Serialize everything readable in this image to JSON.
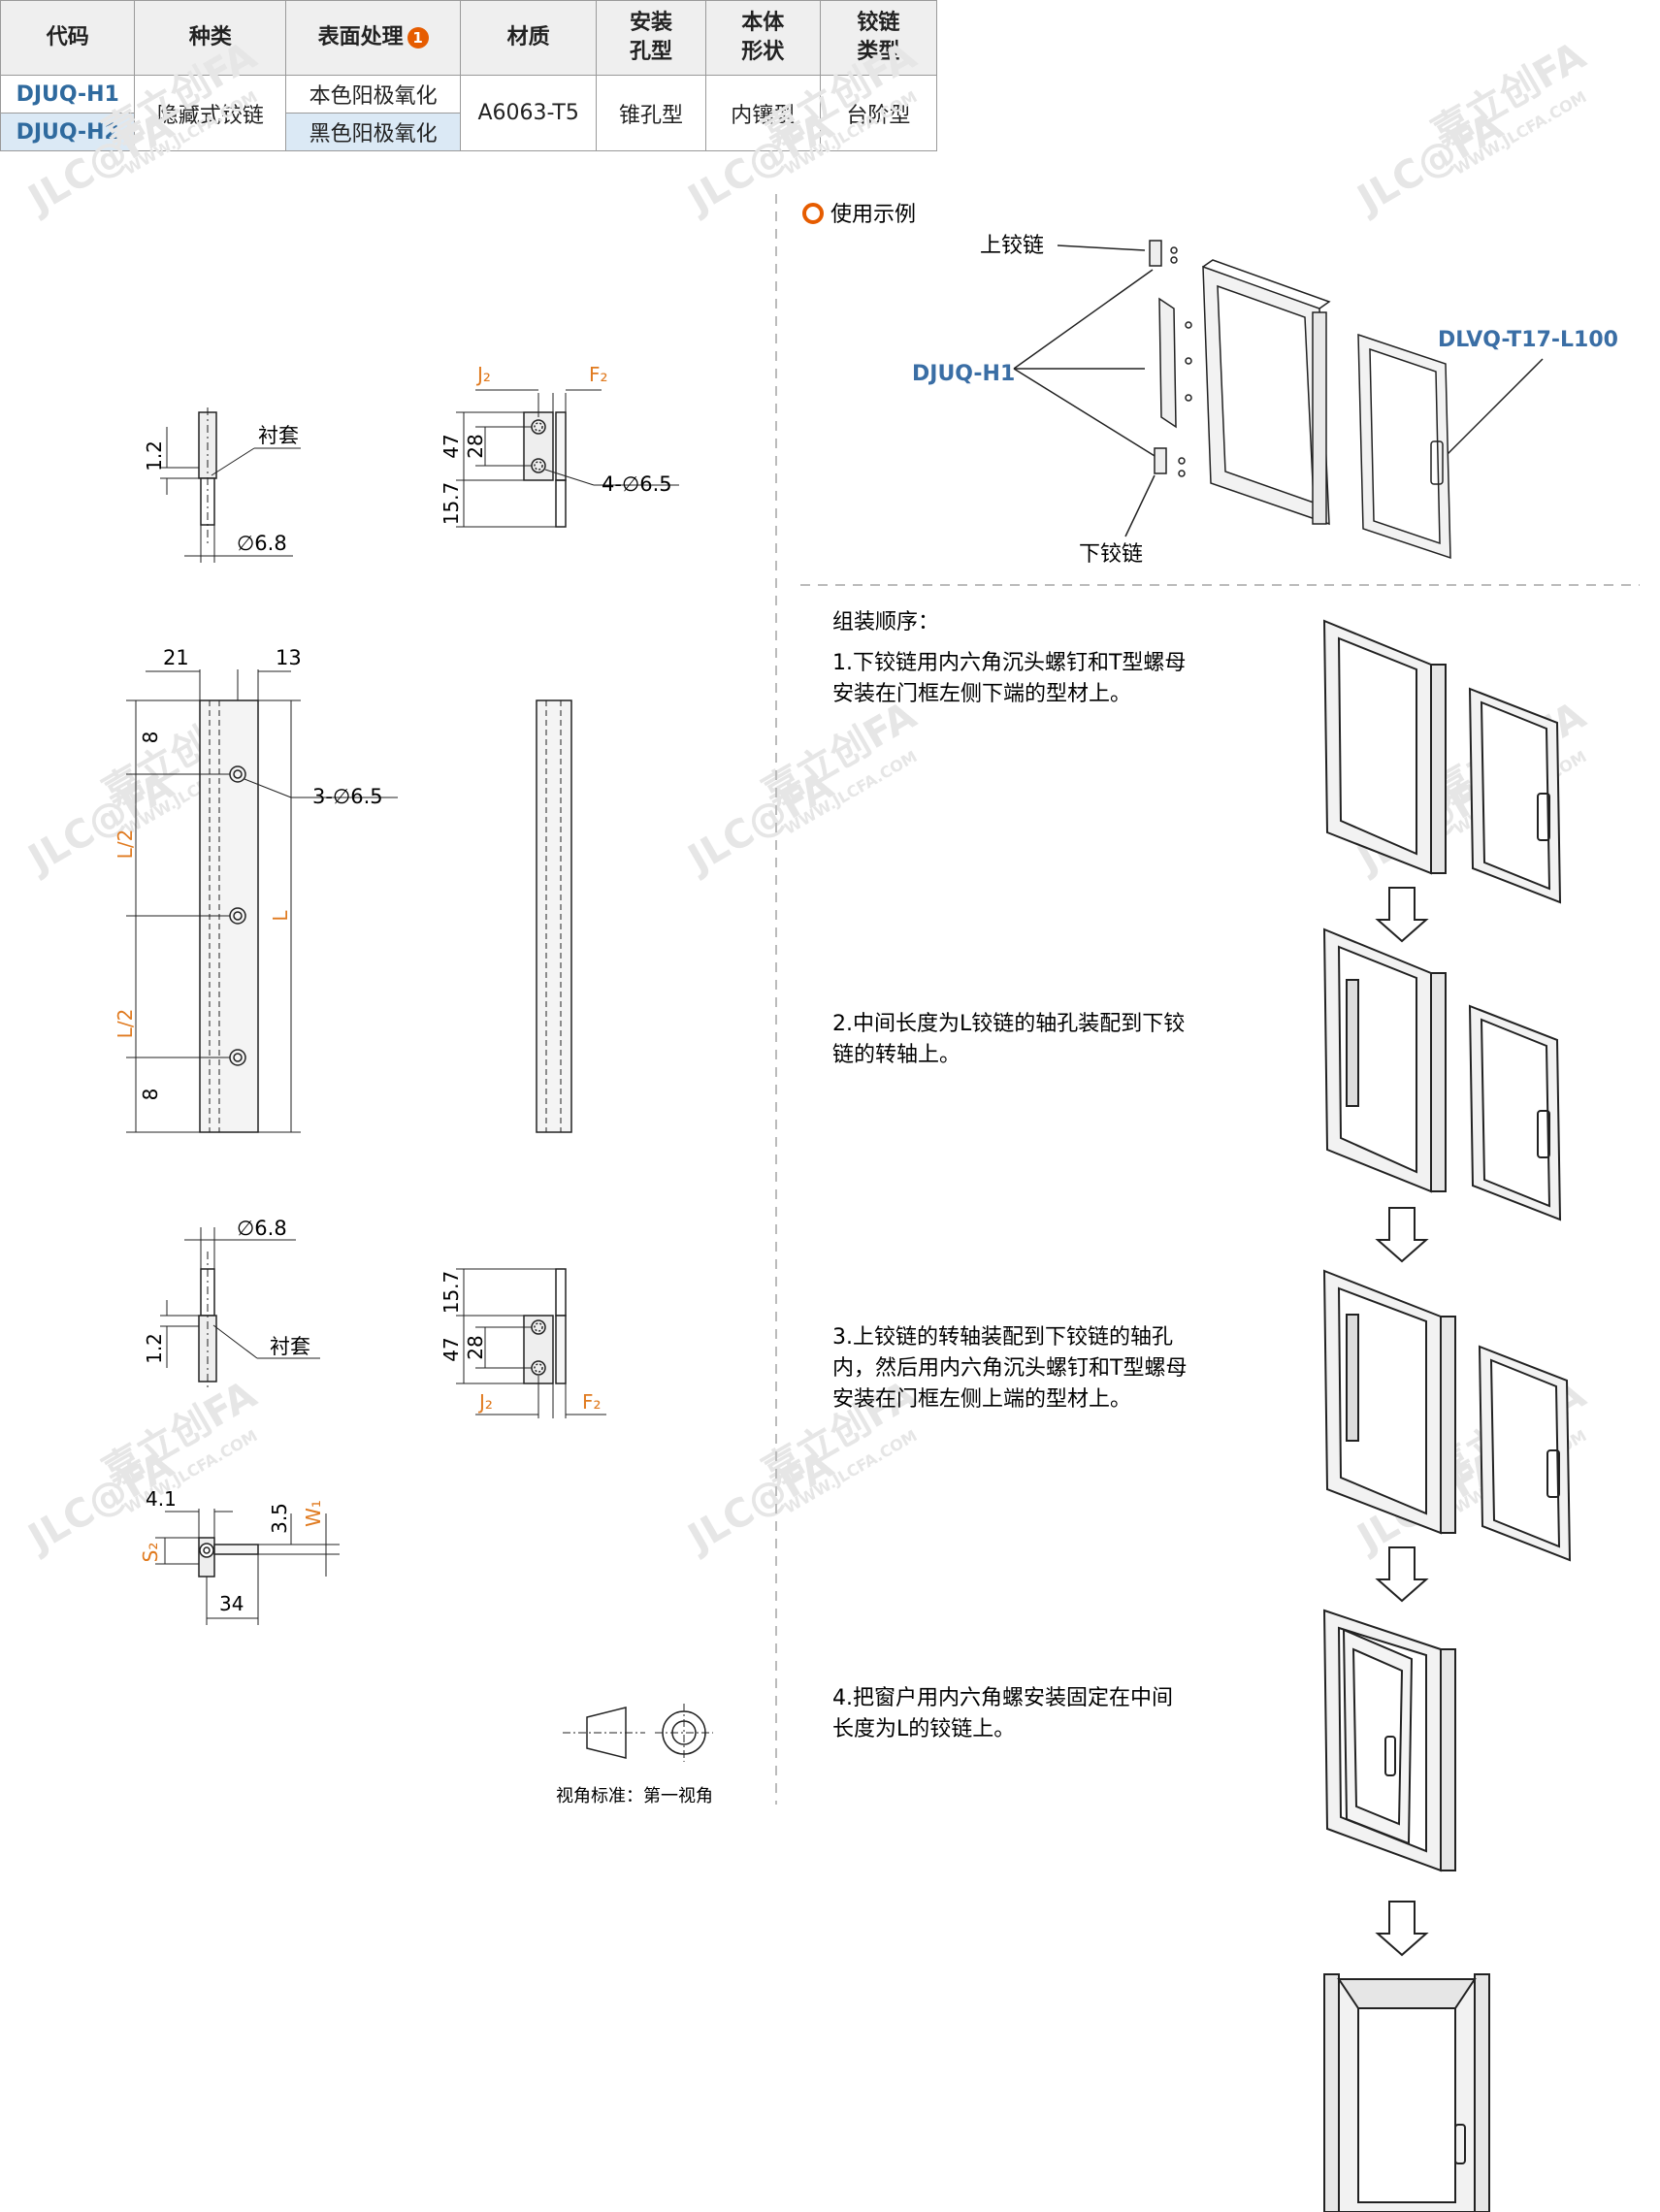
{
  "table": {
    "headers": [
      "代码",
      "种类",
      "表面处理",
      "材质",
      "安装\n孔型",
      "本体\n形状",
      "铰链\n类型"
    ],
    "note_badge": "1",
    "rows": [
      {
        "code": "DJUQ-H1",
        "finish": "本色阳极氧化"
      },
      {
        "code": "DJUQ-H2",
        "finish": "黑色阳极氧化"
      }
    ],
    "kind": "隐藏式铰链",
    "material": "A6063-T5",
    "hole": "锥孔型",
    "shape": "内镶型",
    "hinge_type": "台阶型"
  },
  "drawing": {
    "top_left": {
      "dim_1_2": "1.2",
      "bushing": "衬套",
      "dia": "∅6.8"
    },
    "top_right": {
      "j2": "J₂",
      "f2": "F₂",
      "d47": "47",
      "d28": "28",
      "d15_7": "15.7",
      "holes": "4-∅6.5"
    },
    "middle": {
      "d21": "21",
      "d13": "13",
      "d8_top": "8",
      "d8_bottom": "8",
      "l_half_top": "L/2",
      "l_half_bottom": "L/2",
      "l": "L",
      "holes": "3-∅6.5"
    },
    "bottom_left": {
      "dia": "∅6.8",
      "dim_1_2": "1.2",
      "bushing": "衬套"
    },
    "bottom_right": {
      "d15_7": "15.7",
      "d47": "47",
      "d28": "28",
      "j2": "J₂",
      "f2": "F₂"
    },
    "section": {
      "d4_1": "4.1",
      "d3_5": "3.5",
      "w1": "W₁",
      "s2": "S₂",
      "d34": "34"
    },
    "projection_label": "视角标准：第一视角"
  },
  "usage": {
    "title": "使用示例",
    "upper_hinge": "上铰链",
    "lower_hinge": "下铰链",
    "part_code": "DJUQ-H1",
    "handle_code": "DLVQ-T17-L100"
  },
  "assembly": {
    "title": "组装顺序：",
    "steps": [
      {
        "line1": "1.下铰链用内六角沉头螺钉和T型螺母",
        "line2": "安装在门框左侧下端的型材上。"
      },
      {
        "line1": "2.中间长度为L铰链的轴孔装配到下铰",
        "line2": "链的转轴上。"
      },
      {
        "line1": "3.上铰链的转轴装配到下铰链的轴孔",
        "line2": "内，然后用内六角沉头螺钉和T型螺母",
        "line3": "安装在门框左侧上端的型材上。"
      },
      {
        "line1": "4.把窗户用内六角螺安装固定在中间",
        "line2": "长度为L的铰链上。"
      }
    ]
  },
  "watermark": {
    "brand": "JLC@FA",
    "cn": "嘉立创FA",
    "url": "WWW.JLCFA.COM"
  },
  "colors": {
    "orange": "#e07a1f",
    "blue": "#3a6ea5",
    "line": "#222222",
    "accent": "#e65c00"
  }
}
